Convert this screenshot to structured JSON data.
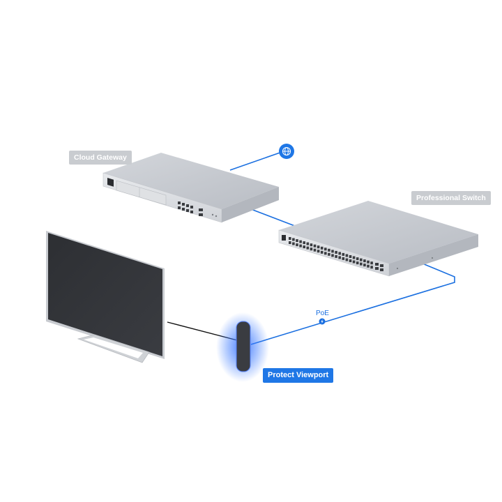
{
  "labels": {
    "cloud_gateway": "Cloud Gateway",
    "professional_switch": "Professional Switch",
    "protect_viewport": "Protect Viewport",
    "poe": "PoE"
  },
  "icons": {
    "internet": "globe-icon",
    "poe": "lightning-bolt-icon"
  },
  "colors": {
    "link_line": "#1a6fe0",
    "hdmi_line": "#111111",
    "accent": "#1f77e6",
    "tag_gray": "#c9ccd0"
  }
}
